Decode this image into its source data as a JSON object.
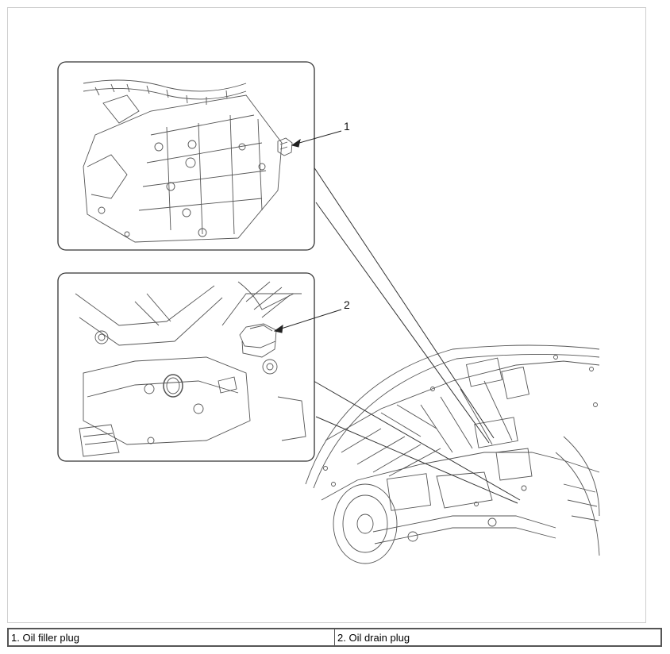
{
  "figure": {
    "callouts": [
      {
        "number": "1",
        "part": "oil-filler-plug"
      },
      {
        "number": "2",
        "part": "oil-drain-plug"
      }
    ],
    "line_color": "#444444",
    "frame_color": "#cfcfcf"
  },
  "legend": {
    "items": [
      {
        "label": "1. Oil filler plug"
      },
      {
        "label": "2. Oil drain plug"
      }
    ]
  }
}
